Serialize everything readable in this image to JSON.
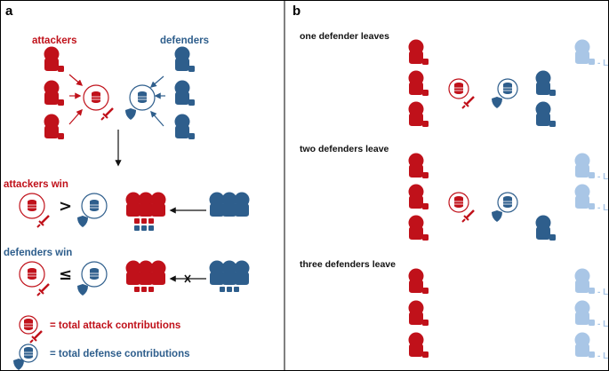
{
  "panel_a": {
    "letter": "a",
    "attackers_label": "attackers",
    "defenders_label": "defenders",
    "attackers_win_label": "attackers win",
    "defenders_win_label": "defenders win",
    "greater_symbol": ">",
    "leq_symbol": "≤",
    "legend_attack": "= total attack contributions",
    "legend_defense": "= total defense contributions"
  },
  "panel_b": {
    "letter": "b",
    "rows": [
      {
        "title": "one defender leaves",
        "leave_tags": [
          "- L"
        ]
      },
      {
        "title": "two defenders leave",
        "leave_tags": [
          "- L",
          "- L"
        ]
      },
      {
        "title": "three defenders leave",
        "leave_tags": [
          "- L",
          "- L",
          "- L"
        ]
      }
    ]
  },
  "colors": {
    "attacker": "#c0111a",
    "defender": "#2e5e8c",
    "left_defender": "#a9c6e6",
    "divider": "#000000"
  },
  "icons": [
    "person-icon",
    "coin-stack-icon",
    "sword-icon",
    "shield-icon",
    "arrow-icon"
  ]
}
